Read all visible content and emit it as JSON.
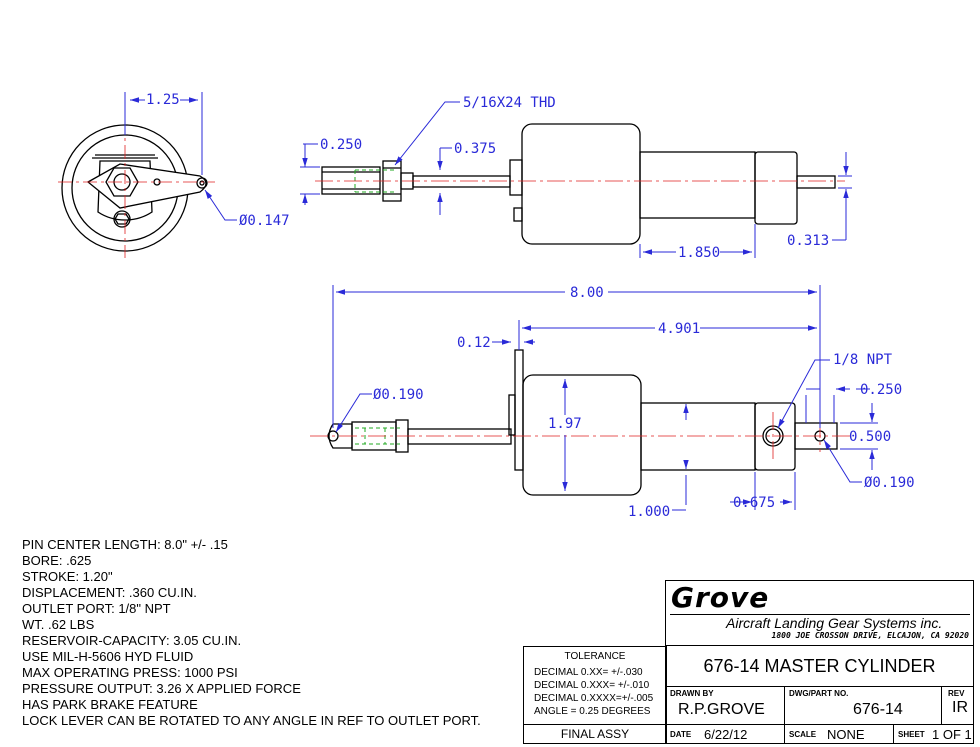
{
  "dimensions": {
    "d1_25": "1.25",
    "d0_147": "Ø0.147",
    "d0_250_top": "0.250",
    "thread": "5/16X24 THD",
    "d0_375": "0.375",
    "d1_850": "1.850",
    "d0_313": "0.313",
    "d8_00": "8.00",
    "d4_901": "4.901",
    "d0_12": "0.12",
    "d0_190_left": "Ø0.190",
    "d1_97": "1.97",
    "npt": "1/8 NPT",
    "d0_250_right": "0.250",
    "d0_500": "0.500",
    "d0_190_right": "Ø0.190",
    "d1_000": "1.000",
    "d0_675": "0.675"
  },
  "specs": [
    "PIN CENTER LENGTH: 8.0\" +/- .15",
    "BORE: .625",
    "STROKE: 1.20\"",
    "DISPLACEMENT: .360 CU.IN.",
    "OUTLET PORT: 1/8\" NPT",
    "WT. .62 LBS",
    "RESERVOIR-CAPACITY:  3.05 CU.IN.",
    "USE MIL-H-5606 HYD FLUID",
    "MAX OPERATING PRESS: 1000 PSI",
    "PRESSURE OUTPUT: 3.26 X APPLIED FORCE",
    "HAS PARK BRAKE FEATURE",
    "LOCK LEVER CAN BE ROTATED TO ANY ANGLE IN REF TO OUTLET PORT."
  ],
  "title_block": {
    "company_logo": "Grove",
    "company_name": "Aircraft Landing Gear Systems inc.",
    "address": "1800 JOE CROSSON DRIVE, ELCAJON, CA 92020",
    "tolerance_title": "TOLERANCE",
    "tolerances": [
      "DECIMAL 0.XX=  +/-.030",
      "DECIMAL 0.XXX= +/-.010",
      "DECIMAL 0.XXXX=+/-.005",
      "ANGLE = 0.25 DEGREES"
    ],
    "final_assy": "FINAL ASSY",
    "drawing_title": "676-14 MASTER CYLINDER",
    "drawn_by_label": "DRAWN BY",
    "drawn_by": "R.P.GROVE",
    "dwg_label": "DWG/PART NO.",
    "dwg_no": "676-14",
    "rev_label": "REV",
    "rev": "IR",
    "date_label": "DATE",
    "date": "6/22/12",
    "scale_label": "SCALE",
    "scale": "NONE",
    "sheet_label": "SHEET",
    "sheet": "1 OF 1"
  },
  "colors": {
    "outline": "#000000",
    "dimension": "#2a2ad8",
    "centerline": "#e02020",
    "hidden": "#22aa22"
  }
}
